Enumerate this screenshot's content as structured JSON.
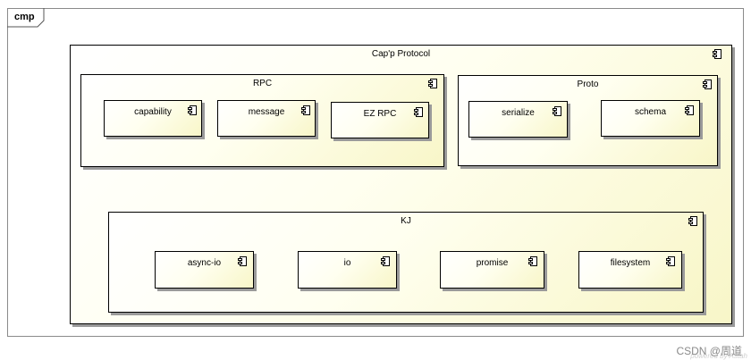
{
  "frame": {
    "label": "cmp"
  },
  "root": {
    "label": "Cap'p Protocol"
  },
  "rpc": {
    "label": "RPC",
    "items": [
      "capability",
      "message",
      "EZ RPC"
    ]
  },
  "proto": {
    "label": "Proto",
    "items": [
      "serialize",
      "schema"
    ]
  },
  "kj": {
    "label": "KJ",
    "items": [
      "async-io",
      "io",
      "promise",
      "filesystem"
    ]
  },
  "icon": {
    "name": "component-icon"
  },
  "watermark": {
    "text": "CSDN @周道",
    "powered": "powered by Astah"
  }
}
